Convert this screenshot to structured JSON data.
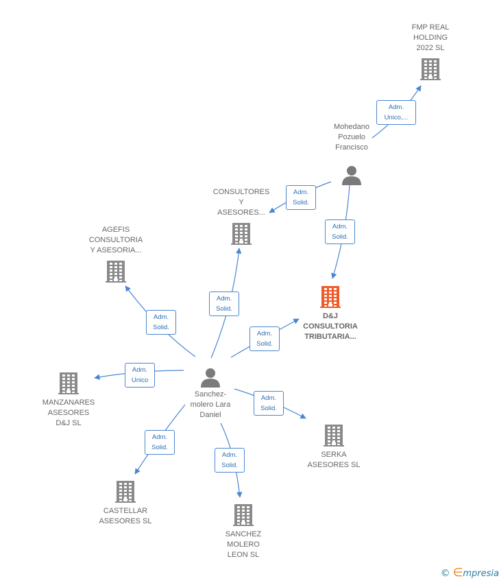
{
  "colors": {
    "building": "#8a8a8a",
    "building_main": "#f05a28",
    "person": "#7a7a7a",
    "edge": "#4a86d0",
    "label": "#666666"
  },
  "nodes": {
    "fmp": {
      "label": "FMP REAL\nHOLDING\n2022  SL",
      "icon": "building-icon"
    },
    "mohedano": {
      "label": "Mohedano\nPozuelo\nFrancisco",
      "icon": "person-icon"
    },
    "consultores": {
      "label": "CONSULTORES\nY\nASESORES...",
      "icon": "building-icon"
    },
    "agefis": {
      "label": "AGEFIS\nCONSULTORIA\nY ASESORIA...",
      "icon": "building-icon"
    },
    "dj": {
      "label": "D&J\nCONSULTORIA\nTRIBUTARIA...",
      "icon": "building-icon"
    },
    "sanchez": {
      "label": "Sanchez-\nmolero Lara\nDaniel",
      "icon": "person-icon"
    },
    "manzanares": {
      "label": "MANZANARES\nASESORES\nD&J  SL",
      "icon": "building-icon"
    },
    "serka": {
      "label": "SERKA\nASESORES  SL",
      "icon": "building-icon"
    },
    "castellar": {
      "label": "CASTELLAR\nASESORES  SL",
      "icon": "building-icon"
    },
    "sanchezmolero": {
      "label": "SANCHEZ\nMOLERO\nLEON  SL",
      "icon": "building-icon"
    }
  },
  "relations": {
    "r1": "Adm.\nUnico,...",
    "r2": "Adm.\nSolid.",
    "r3": "Adm.\nSolid.",
    "r4": "Adm.\nSolid.",
    "r5": "Adm.\nSolid.",
    "r6": "Adm.\nSolid.",
    "r7": "Adm.\nUnico",
    "r8": "Adm.\nSolid.",
    "r9": "Adm.\nSolid.",
    "r10": "Adm.\nSolid."
  },
  "brand": {
    "copyright": "©",
    "e": "∈",
    "rest": "mpresia"
  }
}
